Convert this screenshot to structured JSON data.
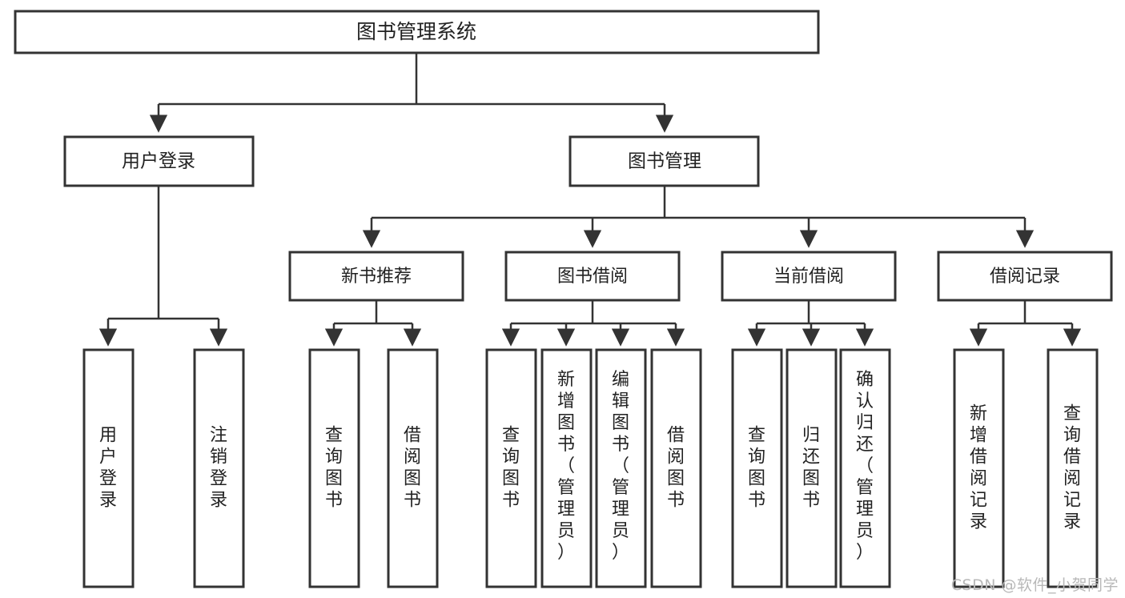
{
  "diagram": {
    "title": "图书管理系统",
    "type": "hierarchy-tree",
    "watermark": "CSDN @软件_小贺同学",
    "root": {
      "id": "root",
      "label": "图书管理系统",
      "level": 0
    },
    "level1": [
      {
        "id": "user-login",
        "label": "用户登录",
        "level": 1
      },
      {
        "id": "book-management",
        "label": "图书管理",
        "level": 1
      }
    ],
    "level2": [
      {
        "id": "new-book-recommend",
        "label": "新书推荐",
        "level": 2,
        "parent": "book-management"
      },
      {
        "id": "book-borrow",
        "label": "图书借阅",
        "level": 2,
        "parent": "book-management"
      },
      {
        "id": "current-borrow",
        "label": "当前借阅",
        "level": 2,
        "parent": "book-management"
      },
      {
        "id": "borrow-record",
        "label": "借阅记录",
        "level": 2,
        "parent": "book-management"
      }
    ],
    "leaves": [
      {
        "id": "leaf-user-login",
        "label": "用户登录",
        "parent": "user-login"
      },
      {
        "id": "leaf-logout-login",
        "label": "注销登录",
        "parent": "user-login"
      },
      {
        "id": "leaf-query-book-1",
        "label": "查询图书",
        "parent": "new-book-recommend"
      },
      {
        "id": "leaf-borrow-book-1",
        "label": "借阅图书",
        "parent": "new-book-recommend"
      },
      {
        "id": "leaf-query-book-2",
        "label": "查询图书",
        "parent": "book-borrow"
      },
      {
        "id": "leaf-add-book",
        "label": "新增图书（管理员）",
        "parent": "book-borrow"
      },
      {
        "id": "leaf-edit-book",
        "label": "编辑图书（管理员）",
        "parent": "book-borrow"
      },
      {
        "id": "leaf-borrow-book-2",
        "label": "借阅图书",
        "parent": "book-borrow"
      },
      {
        "id": "leaf-query-book-3",
        "label": "查询图书",
        "parent": "current-borrow"
      },
      {
        "id": "leaf-return-book",
        "label": "归还图书",
        "parent": "current-borrow"
      },
      {
        "id": "leaf-confirm-return",
        "label": "确认归还（管理员）",
        "parent": "current-borrow"
      },
      {
        "id": "leaf-add-record",
        "label": "新增借阅记录",
        "parent": "borrow-record"
      },
      {
        "id": "leaf-query-record",
        "label": "查询借阅记录",
        "parent": "borrow-record"
      }
    ],
    "colors": {
      "stroke": "#333333",
      "fill": "#ffffff",
      "text": "#222222",
      "watermark": "#b8b8b8"
    }
  }
}
